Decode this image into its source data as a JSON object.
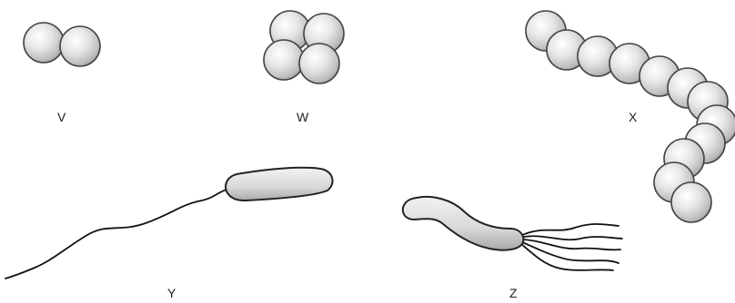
{
  "labels": {
    "v": "V",
    "w": "W",
    "x": "X",
    "y": "Y",
    "z": "Z"
  },
  "colors": {
    "ball_fill": "#d9d9d9",
    "ball_highlight": "#ffffff",
    "ball_shadow": "#9e9e9e",
    "outline": "#444444",
    "flagellum": "#111111"
  }
}
